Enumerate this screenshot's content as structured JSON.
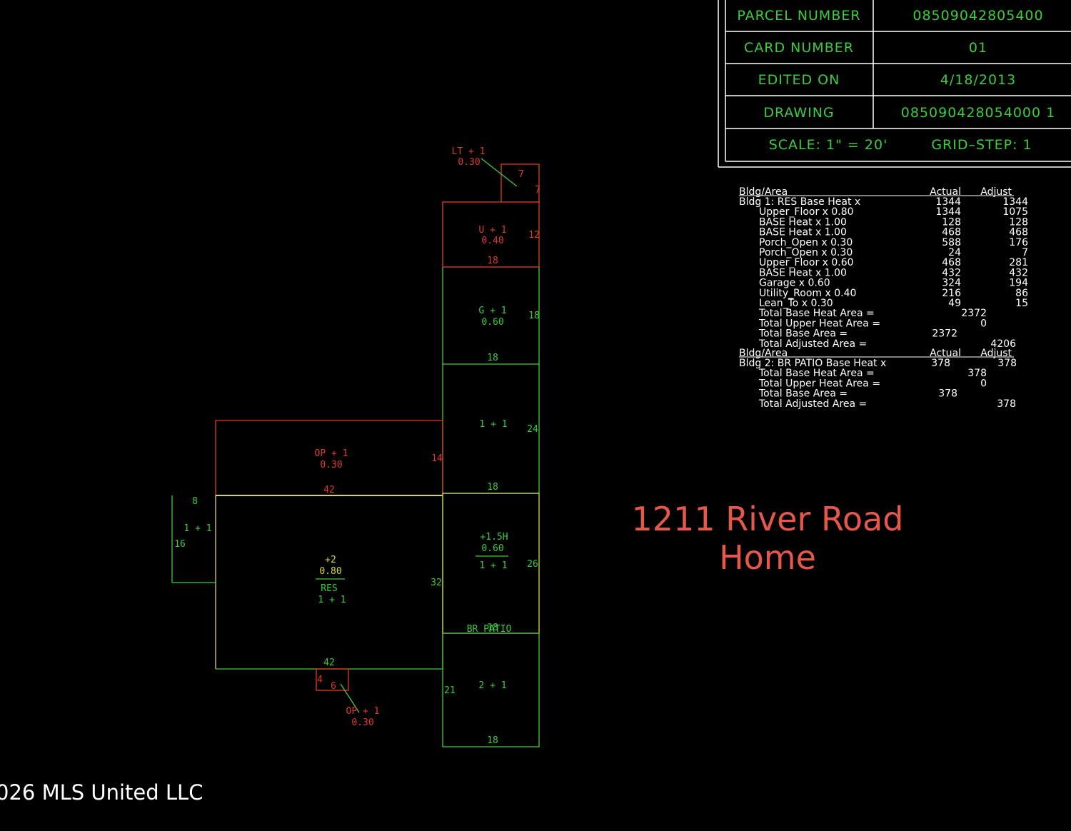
{
  "title_block": {
    "rows": [
      {
        "label": "PARCEL  NUMBER",
        "value": "08509042805400"
      },
      {
        "label": "CARD  NUMBER",
        "value": "01"
      },
      {
        "label": "EDITED  ON",
        "value": "4/18/2013"
      },
      {
        "label": "DRAWING",
        "value": "085090428054000 1"
      }
    ],
    "scale": "SCALE:   1\"  =  20'",
    "grid_step": "GRID–STEP:   1"
  },
  "area_table": {
    "bldg1_header": {
      "label": "Bldg/Area",
      "actual": "Actual",
      "adjust": "Adjust"
    },
    "bldg1": [
      {
        "label": "Bldg  1:  RES  Base  Heat  x",
        "actual": "1344",
        "adjust": "1344",
        "indent": false
      },
      {
        "label": "Upper_Floor  x  0.80",
        "actual": "1344",
        "adjust": "1075",
        "indent": true
      },
      {
        "label": "BASE  Heat  x  1.00",
        "actual": "128",
        "adjust": "128",
        "indent": true
      },
      {
        "label": "BASE  Heat  x  1.00",
        "actual": "468",
        "adjust": "468",
        "indent": true
      },
      {
        "label": "Porch_Open  x  0.30",
        "actual": "588",
        "adjust": "176",
        "indent": true
      },
      {
        "label": "Porch_Open  x  0.30",
        "actual": "24",
        "adjust": "7",
        "indent": true
      },
      {
        "label": "Upper_Floor  x  0.60",
        "actual": "468",
        "adjust": "281",
        "indent": true
      },
      {
        "label": "BASE  Heat  x  1.00",
        "actual": "432",
        "adjust": "432",
        "indent": true
      },
      {
        "label": "Garage  x  0.60",
        "actual": "324",
        "adjust": "194",
        "indent": true
      },
      {
        "label": "Utility_Room  x  0.40",
        "actual": "216",
        "adjust": "86",
        "indent": true
      },
      {
        "label": "Lean_To  x  0.30",
        "actual": "49",
        "adjust": "15",
        "indent": true
      }
    ],
    "bldg1_totals": [
      {
        "label": "Total  Base  Heat  Area  =",
        "value": "2372"
      },
      {
        "label": "Total  Upper  Heat  Area  =",
        "value": "0"
      },
      {
        "label": "Total  Base  Area  =",
        "value": "2372"
      },
      {
        "label": "Total  Adjusted  Area  =",
        "value": "4206"
      }
    ],
    "bldg2_header": {
      "label": "Bldg/Area",
      "actual": "Actual",
      "adjust": "Adjust"
    },
    "bldg2": [
      {
        "label": "Bldg  2:  BR  PATIO  Base  Heat  x",
        "actual": "378",
        "adjust": "378",
        "indent": false
      }
    ],
    "bldg2_totals": [
      {
        "label": "Total  Base  Heat  Area  =",
        "value": "378"
      },
      {
        "label": "Total  Upper  Heat  Area  =",
        "value": "0"
      },
      {
        "label": "Total  Base  Area  =",
        "value": "378"
      },
      {
        "label": "Total  Adjusted  Area  =",
        "value": "378"
      }
    ]
  },
  "sketch": {
    "lean_to": {
      "code": "LT  +  1",
      "factor": "0.30",
      "dim_a": "7",
      "dim_b": "7"
    },
    "utility": {
      "code": "U  +  1",
      "factor": "0.40",
      "dim_side": "12",
      "dim_bottom": "18"
    },
    "garage": {
      "code": "G  +  1",
      "factor": "0.60",
      "dim_side": "18",
      "dim_bottom": "18"
    },
    "base_heat": {
      "code": "1  +  1",
      "dim_side": "24",
      "dim_bottom": "18"
    },
    "open_porch": {
      "code": "OP  +  1",
      "factor": "0.30",
      "dim_side": "14",
      "dim_bottom": "42"
    },
    "res": {
      "code": "+2",
      "factor": "0.80",
      "name": "RES",
      "stories": "1  +  1",
      "dim_side": "32",
      "dim_bottom": "42"
    },
    "side_wing": {
      "dim_top": "8",
      "code": "1  +  1",
      "dim_side": "16"
    },
    "upper_section": {
      "code": "+1.5H",
      "factor": "0.60",
      "stories": "1  +  1",
      "dim_side": "26",
      "dim_bottom": "18",
      "label": "BR  PATIO"
    },
    "lower_section": {
      "code": "2  +  1",
      "dim_side": "21",
      "dim_bottom": "18"
    },
    "small_porch": {
      "dim_a": "4",
      "dim_b": "6",
      "code": "OP  +  1",
      "factor": "0.30"
    }
  },
  "caption": {
    "line1": "1211 River Road",
    "line2": "Home"
  },
  "copyright": "026 MLS United LLC",
  "colors": {
    "background": "#000000",
    "green": "#3dcc3d",
    "red": "#e03a2a",
    "yellow": "#d8d840",
    "white": "#ffffff",
    "caption": "#e7584a"
  }
}
